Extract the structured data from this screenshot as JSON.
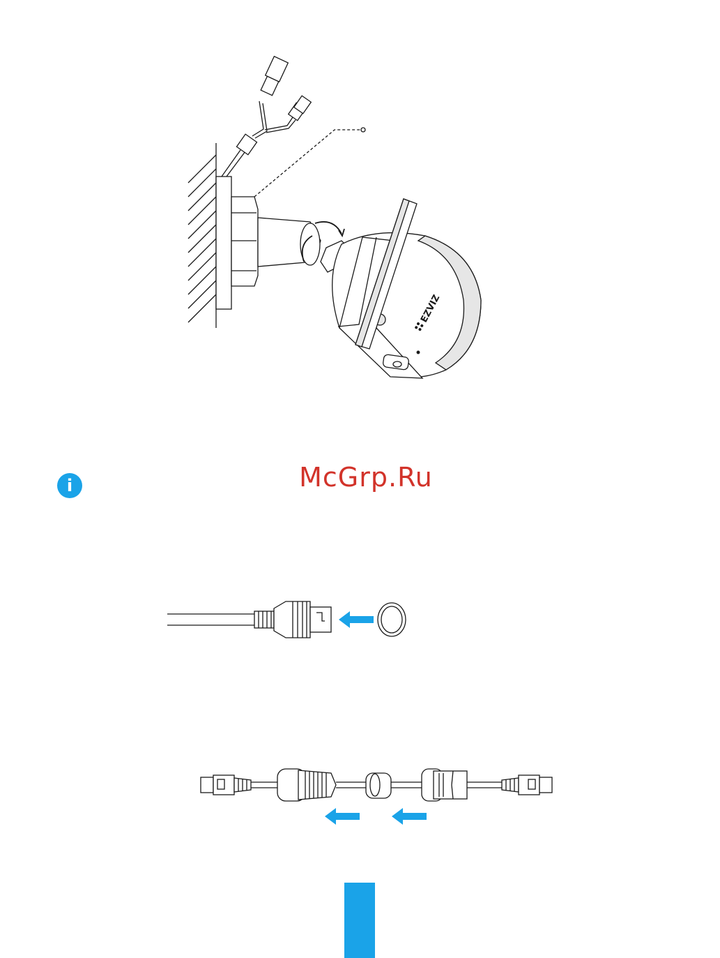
{
  "page": {
    "watermark_text": "McGrp.Ru",
    "info_icon_glyph": "i",
    "camera_brand": "EZVIZ"
  },
  "colors": {
    "accent_blue": "#1aa3e8",
    "watermark_red": "#d2332a",
    "line": "#1a1a1a",
    "camera_shading": "#e6e6e6"
  },
  "icons": {
    "info": "info-icon",
    "arrows": "arrow-left-icon"
  }
}
